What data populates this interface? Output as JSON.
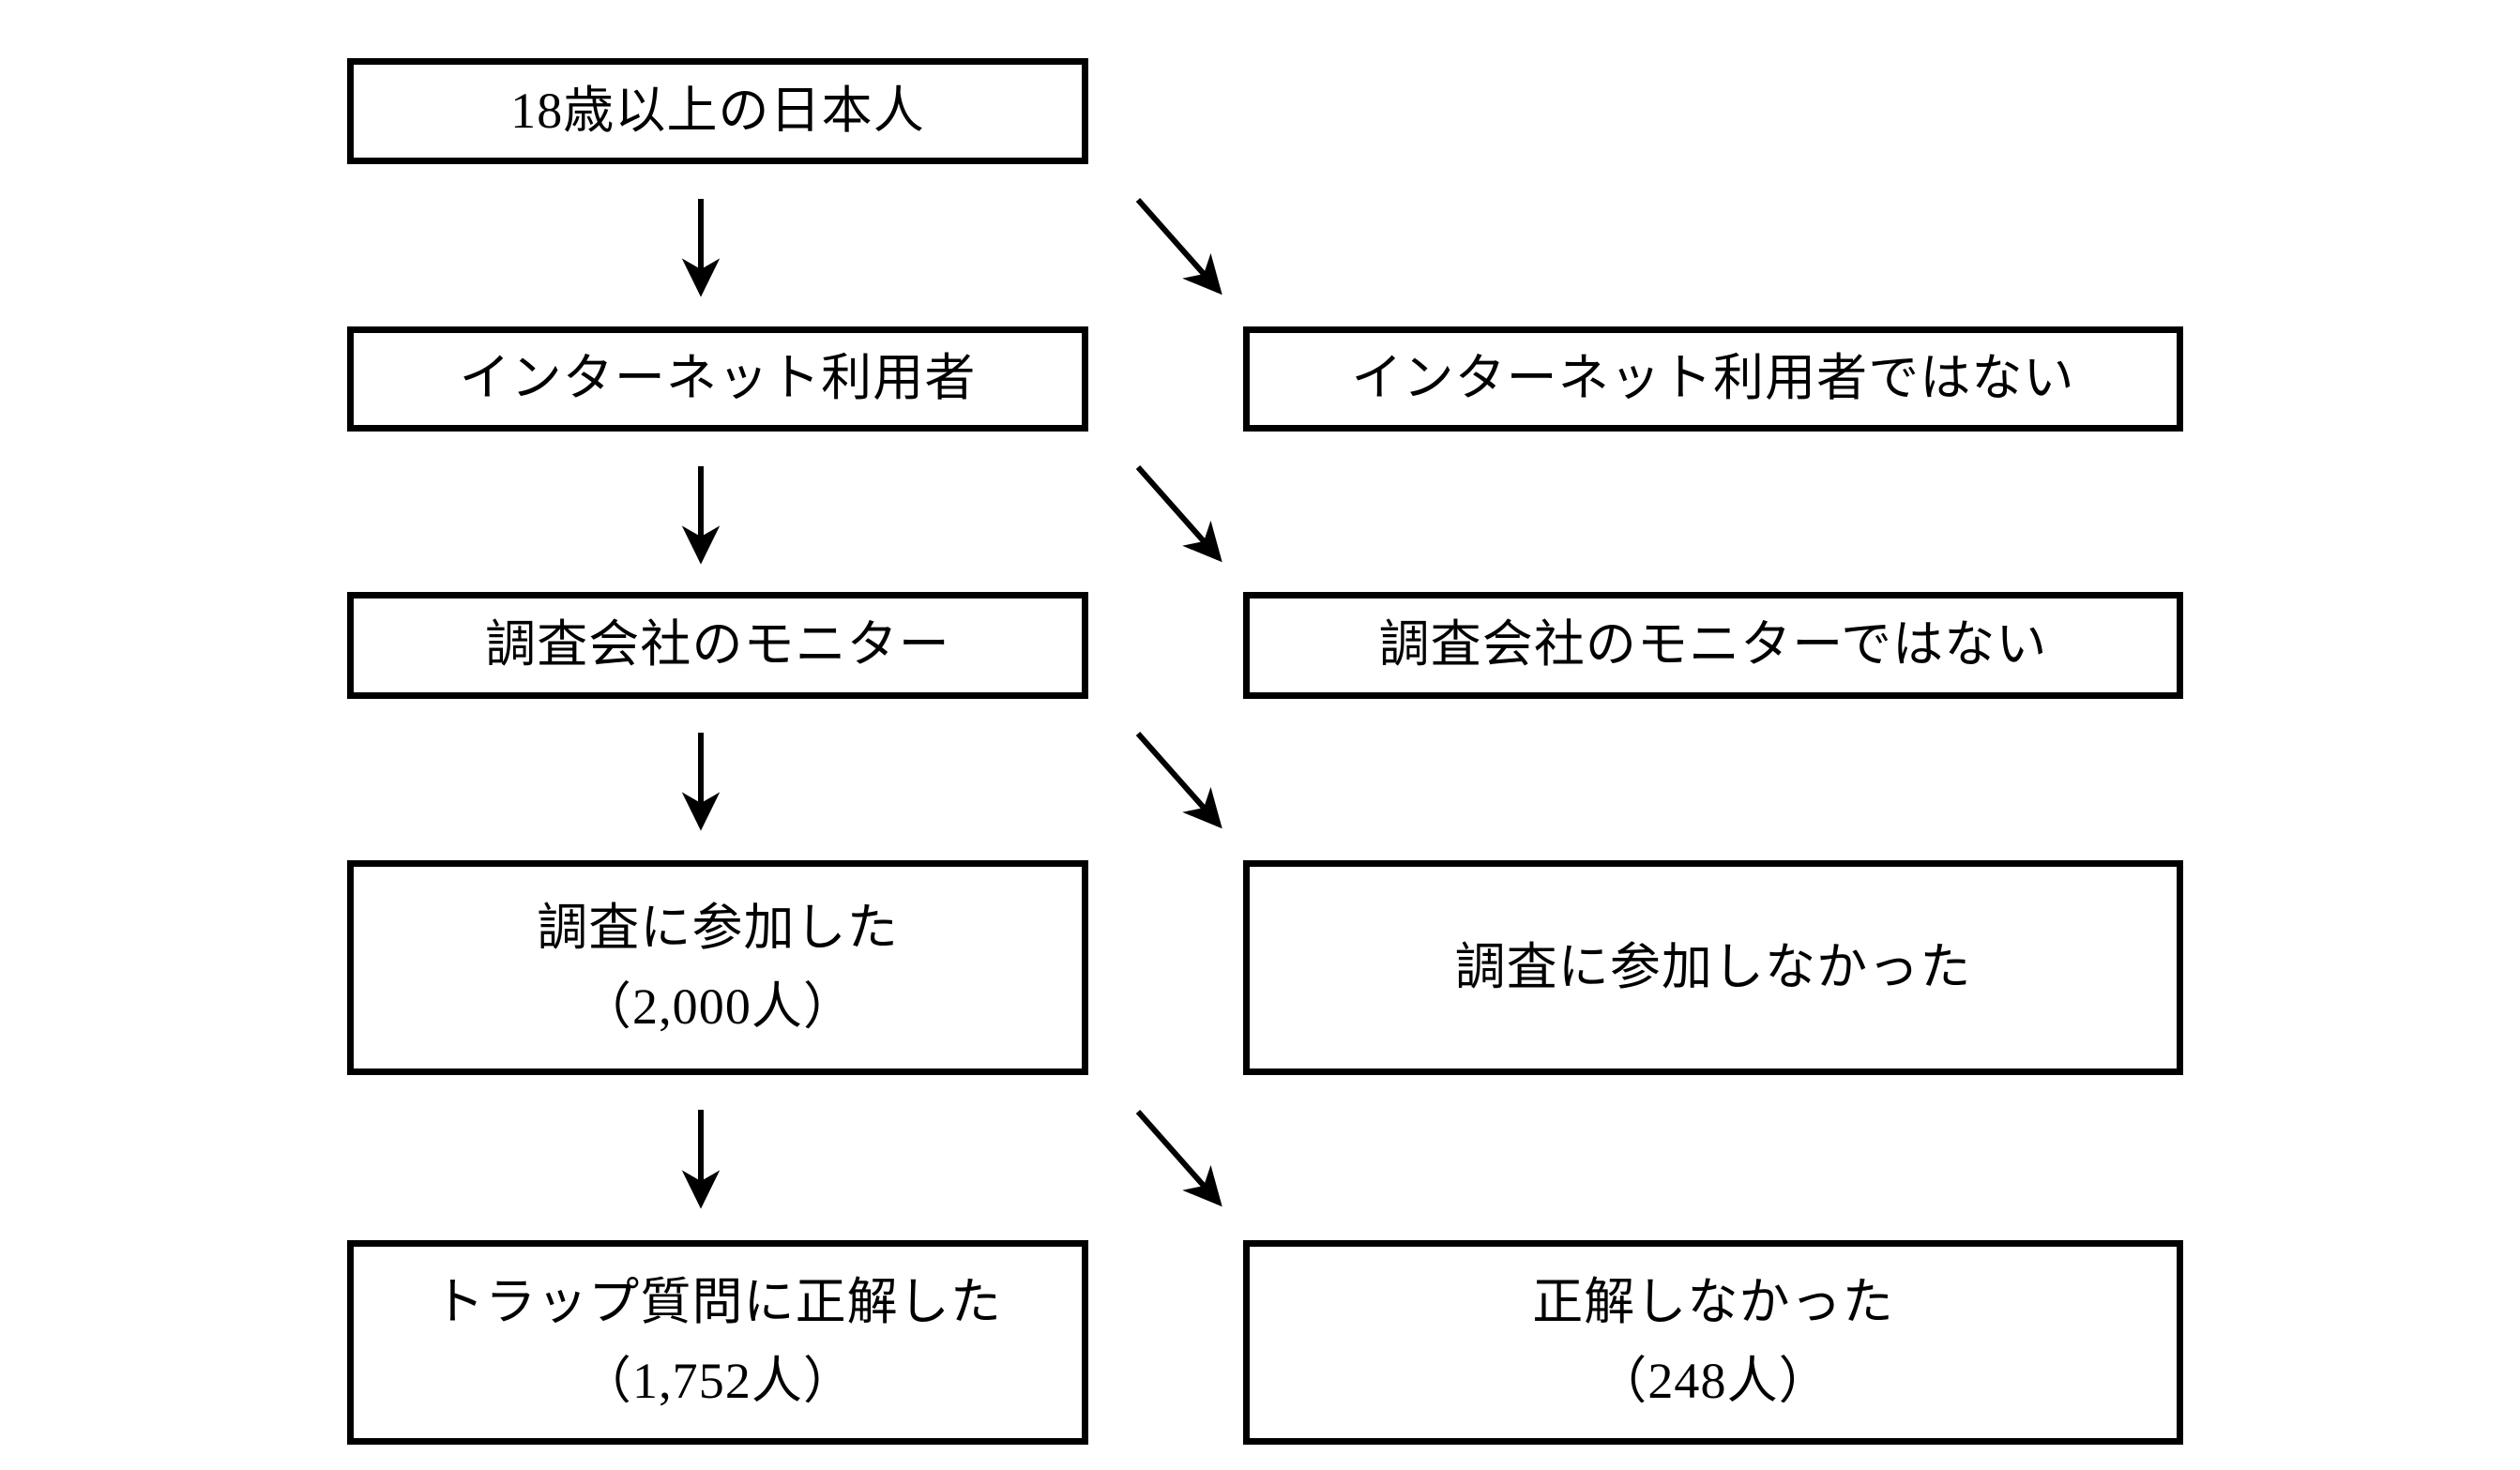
{
  "diagram": {
    "type": "flowchart",
    "title": "",
    "orientation": "top-to-bottom",
    "colors": {
      "box_border": "#000000",
      "box_fill": "#ffffff",
      "text": "#000000",
      "arrow": "#000000",
      "background": "#ffffff"
    },
    "rows": [
      {
        "id": "row-1",
        "left": {
          "id": "node-japanese-adults",
          "lines": [
            "18歳以上の日本人"
          ]
        },
        "right": null
      },
      {
        "id": "row-2",
        "left": {
          "id": "node-internet-user",
          "lines": [
            "インターネット利用者"
          ]
        },
        "right": {
          "id": "node-not-internet-user",
          "lines": [
            "インターネット利用者ではない"
          ]
        }
      },
      {
        "id": "row-3",
        "left": {
          "id": "node-survey-monitor",
          "lines": [
            "調査会社のモニター"
          ]
        },
        "right": {
          "id": "node-not-survey-monitor",
          "lines": [
            "調査会社のモニターではない"
          ]
        }
      },
      {
        "id": "row-4",
        "left": {
          "id": "node-participated",
          "lines": [
            "調査に参加した",
            "（2,000人）"
          ]
        },
        "right": {
          "id": "node-not-participated",
          "lines": [
            "調査に参加しなかった"
          ]
        }
      },
      {
        "id": "row-5",
        "left": {
          "id": "node-passed-trap",
          "lines": [
            "トラップ質問に正解した",
            "（1,752人）"
          ]
        },
        "right": {
          "id": "node-failed-trap",
          "lines": [
            "正解しなかった",
            "（248人）"
          ]
        }
      }
    ],
    "counts": {
      "participated": "2,000人",
      "passed_trap_question": "1,752人",
      "failed_trap_question": "248人"
    },
    "arrows": [
      {
        "id": "arrow-down-1",
        "from": "node-japanese-adults",
        "to": "node-internet-user",
        "direction": "down"
      },
      {
        "id": "arrow-diagonal-1",
        "from": "node-japanese-adults",
        "to": "node-not-internet-user",
        "direction": "down-right"
      },
      {
        "id": "arrow-down-2",
        "from": "node-internet-user",
        "to": "node-survey-monitor",
        "direction": "down"
      },
      {
        "id": "arrow-diagonal-2",
        "from": "node-internet-user",
        "to": "node-not-survey-monitor",
        "direction": "down-right"
      },
      {
        "id": "arrow-down-3",
        "from": "node-survey-monitor",
        "to": "node-participated",
        "direction": "down"
      },
      {
        "id": "arrow-diagonal-3",
        "from": "node-survey-monitor",
        "to": "node-not-participated",
        "direction": "down-right"
      },
      {
        "id": "arrow-down-4",
        "from": "node-participated",
        "to": "node-passed-trap",
        "direction": "down"
      },
      {
        "id": "arrow-diagonal-4",
        "from": "node-participated",
        "to": "node-failed-trap",
        "direction": "down-right"
      }
    ]
  }
}
